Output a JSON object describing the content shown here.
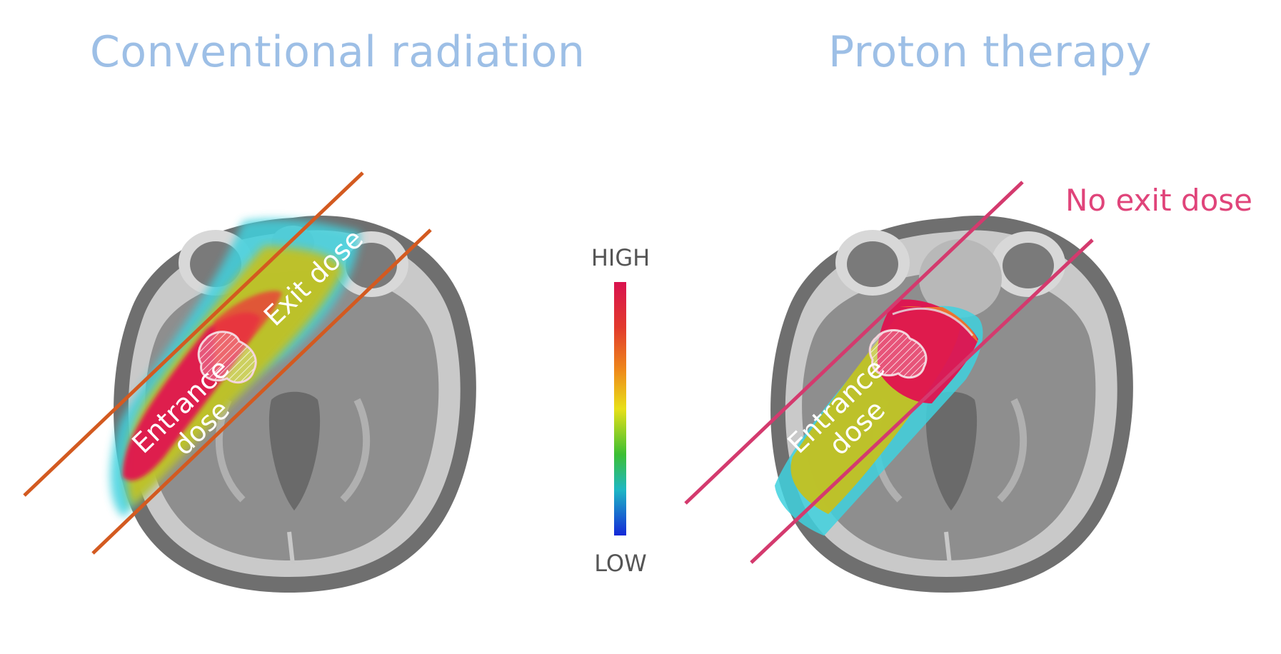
{
  "titles": {
    "left": "Conventional radiation",
    "right": "Proton therapy"
  },
  "left_labels": {
    "entrance_line1": "Entrance",
    "entrance_line2": "dose",
    "exit": "Exit dose"
  },
  "right_labels": {
    "entrance_line1": "Entrance",
    "entrance_line2": "dose",
    "no_exit": "No exit dose"
  },
  "scale": {
    "high": "HIGH",
    "low": "LOW"
  },
  "colors": {
    "title_blue": "#9dbfe6",
    "conventional_beam": "#d35a20",
    "proton_beam": "#d43a6e",
    "dose_high": "#e0114f",
    "dose_mid": "#b8c21e",
    "dose_low": "#34c6d8"
  }
}
